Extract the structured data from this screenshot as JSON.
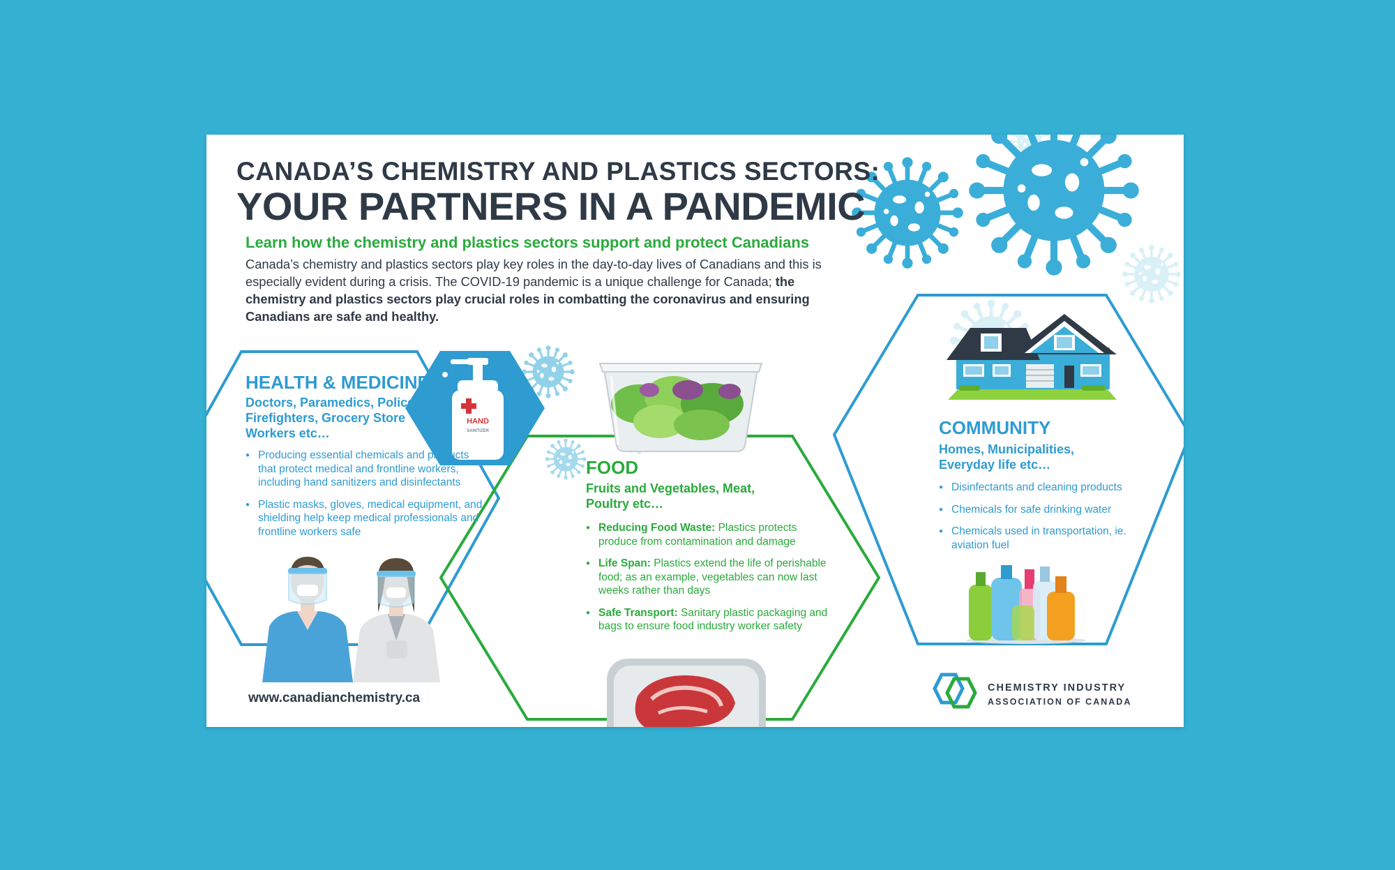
{
  "header": {
    "title_line1": "CANADA’S CHEMISTRY AND PLASTICS SECTORS:",
    "title_line2": "YOUR PARTNERS IN A PANDEMIC",
    "subtitle": "Learn how the chemistry and plastics sectors support and protect Canadians",
    "intro_regular": "Canada’s chemistry and plastics sectors play key roles in the day-to-day lives of Canadians and this is especially evident during a crisis. The COVID-19 pandemic is a unique challenge for Canada;",
    "intro_bold": "the chemistry and plastics sectors play crucial roles in combatting the coronavirus and ensuring Canadians are safe and healthy."
  },
  "health": {
    "title": "HEALTH & MEDICINE",
    "subtitle": "Doctors, Paramedics, Police, Firefighters, Grocery Store Workers etc…",
    "bullets": [
      "Producing essential chemicals and products that protect medical and frontline workers, including hand sanitizers and disinfectants",
      "Plastic masks, gloves, medical equipment, and shielding help keep medical professionals and frontline workers safe"
    ],
    "sanitizer_label_1": "HAND",
    "sanitizer_label_2": "SANITIZER"
  },
  "food": {
    "title": "FOOD",
    "subtitle": "Fruits and Vegetables, Meat, Poultry etc…",
    "bullets": [
      {
        "label": "Reducing Food Waste:",
        "text": "Plastics protects produce from contamination and damage"
      },
      {
        "label": "Life Span:",
        "text": "Plastics extend the life of perishable food; as an example, vegetables can now last weeks rather than days"
      },
      {
        "label": "Safe Transport:",
        "text": "Sanitary plastic packaging and bags to ensure food industry worker safety"
      }
    ]
  },
  "community": {
    "title": "COMMUNITY",
    "subtitle": "Homes, Municipalities, Everyday life etc…",
    "bullets": [
      "Disinfectants and cleaning products",
      "Chemicals for safe drinking water",
      "Chemicals used in transportation, ie. aviation fuel"
    ]
  },
  "footer": {
    "website": "www.canadianchemistry.ca",
    "logo_line1": "CHEMISTRY INDUSTRY",
    "logo_line2": "ASSOCIATION OF CANADA"
  },
  "colors": {
    "background": "#34b0d3",
    "health_blue": "#2e9bd1",
    "food_green": "#2aaa3c",
    "dark_text": "#2f3a46"
  },
  "icons": [
    "virus-icon",
    "hand-sanitizer-icon",
    "salad-container-icon",
    "house-icon",
    "cleaning-bottles-icon",
    "meat-package-icon",
    "frontline-workers-icon",
    "cic-logo-icon"
  ]
}
